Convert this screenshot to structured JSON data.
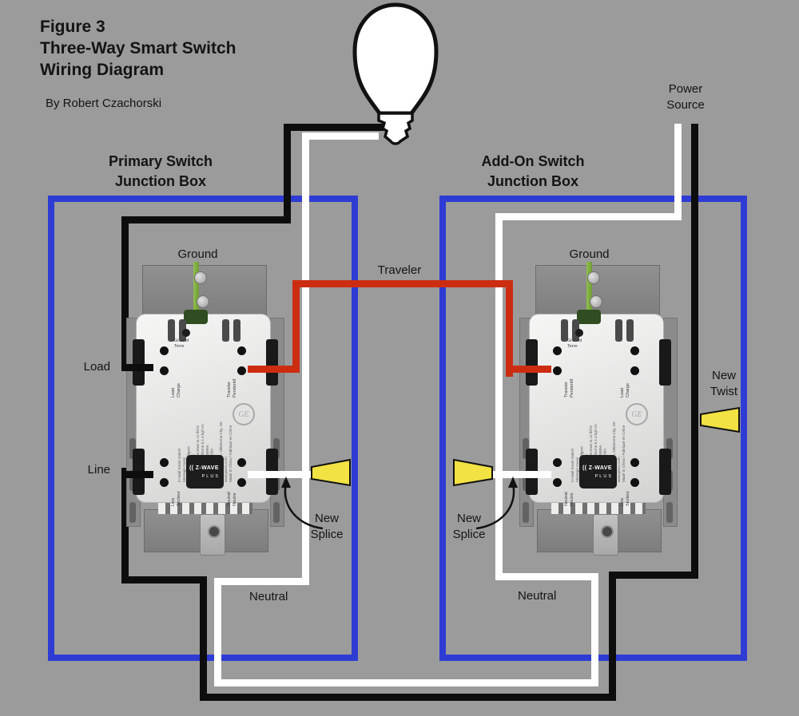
{
  "title": {
    "figure": "Figure 3",
    "line1": "Three-Way Smart Switch",
    "line2": "Wiring Diagram",
    "byline": "By Robert Czachorski"
  },
  "labels": {
    "power_source": "Power\nSource",
    "primary_box": "Primary Switch\nJunction Box",
    "addon_box": "Add-On Switch\nJunction Box",
    "traveler": "Traveler",
    "ground": "Ground",
    "load": "Load",
    "line": "Line",
    "neutral": "Neutral",
    "new_splice": "New\nSplice",
    "new_twist": "New\nTwist"
  },
  "devices": {
    "left": {
      "ground_label": "Ground\nTerre",
      "top_left_terminal": "Load\nCharge",
      "top_right_terminal": "Traveler\nPendentif",
      "bottom_left_terminal": "Line\nSecteur",
      "bottom_right_terminal": "Neutral\nNeutre",
      "brand": "GE",
      "zwave": "(( Z-WAVE",
      "zwave_plus": "PLUS",
      "body_text": "In-Wall Smart Switch\nMontage mural\nInterrupteur Intelligent\nMODEL ZW4005\nTighten terminal screws to 12 lbf-in\nSerrer les vis de borne à 1.4 kgf-cm\nFCC ID: U2Z2W4005A\nIC: 6924A-ZW4005A\nVER 5.0\nJASCO Products, Oklahoma City, OK\nwww.jasco.com\nMade in China / Fabriqué en Chine"
    },
    "right": {
      "ground_label": "Ground\nTerre",
      "top_left_terminal": "Traveler\nPendentif",
      "top_right_terminal": "Load\nCharge",
      "bottom_left_terminal": "Neutral\nNeutre",
      "bottom_right_terminal": "Line\nSecteur",
      "brand": "GE",
      "zwave": "(( Z-WAVE",
      "zwave_plus": "PLUS",
      "body_text": "In-Wall Smart Switch\nMontage mural\nInterrupteur Intelligent\nMODEL ZW4005\nTighten terminal screws to 12 lbf-in\nSerrer les vis de borne à 1.4 kgf-cm\nFCC ID: U2Z2W4005A\nIC: 6924A-ZW4005A\nVER 5.0\nJASCO Products, Oklahoma City, OK\nwww.jasco.com\nMade in China / Fabriqué en Chine"
    }
  },
  "colors": {
    "background": "#9b9b9b",
    "box-blue": "#2e3cd4",
    "wire-black": "#0d0d0d",
    "wire-white": "#ffffff",
    "wire-red": "#cc2d11",
    "wire-green": "#8fbf4d",
    "wire-nut-yellow": "#f2e243",
    "badge-black": "#1d1d1d"
  }
}
